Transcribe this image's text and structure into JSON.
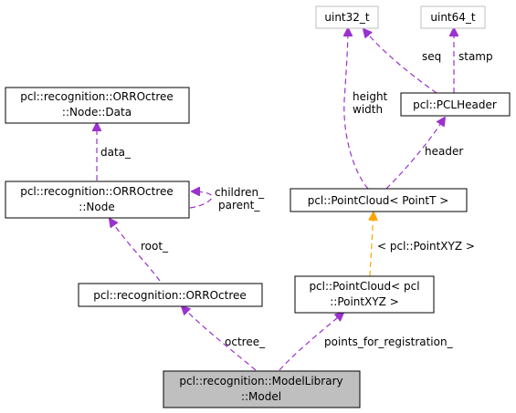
{
  "nodes": {
    "uint32": {
      "lines": [
        "uint32_t"
      ]
    },
    "uint64": {
      "lines": [
        "uint64_t"
      ]
    },
    "nodedata": {
      "lines": [
        "pcl::recognition::ORROctree",
        "::Node::Data"
      ]
    },
    "pclheader": {
      "lines": [
        "pcl::PCLHeader"
      ]
    },
    "node": {
      "lines": [
        "pcl::recognition::ORROctree",
        "::Node"
      ]
    },
    "pointcloudT": {
      "lines": [
        "pcl::PointCloud< PointT >"
      ]
    },
    "orroctree": {
      "lines": [
        "pcl::recognition::ORROctree"
      ]
    },
    "pointcloudXYZ": {
      "lines": [
        "pcl::PointCloud< pcl",
        "::PointXYZ >"
      ]
    },
    "model": {
      "lines": [
        "pcl::recognition::ModelLibrary",
        "::Model"
      ]
    }
  },
  "edges": {
    "seq": {
      "lines": [
        "seq"
      ]
    },
    "stamp": {
      "lines": [
        "stamp"
      ]
    },
    "height_width": {
      "lines": [
        "height",
        "width"
      ]
    },
    "header": {
      "lines": [
        "header"
      ]
    },
    "data": {
      "lines": [
        "data_"
      ]
    },
    "children_parent": {
      "lines": [
        "children_",
        "parent_"
      ]
    },
    "template": {
      "lines": [
        "< pcl::PointXYZ >"
      ]
    },
    "root": {
      "lines": [
        "root_"
      ]
    },
    "points": {
      "lines": [
        "points_for_registration_"
      ]
    },
    "octree": {
      "lines": [
        "octree_"
      ]
    }
  },
  "colors": {
    "member_edge": "#9a32cd",
    "template_edge": "#ffa500",
    "focus_fill": "#bfbfbf",
    "external_border": "#bfbfbf"
  }
}
